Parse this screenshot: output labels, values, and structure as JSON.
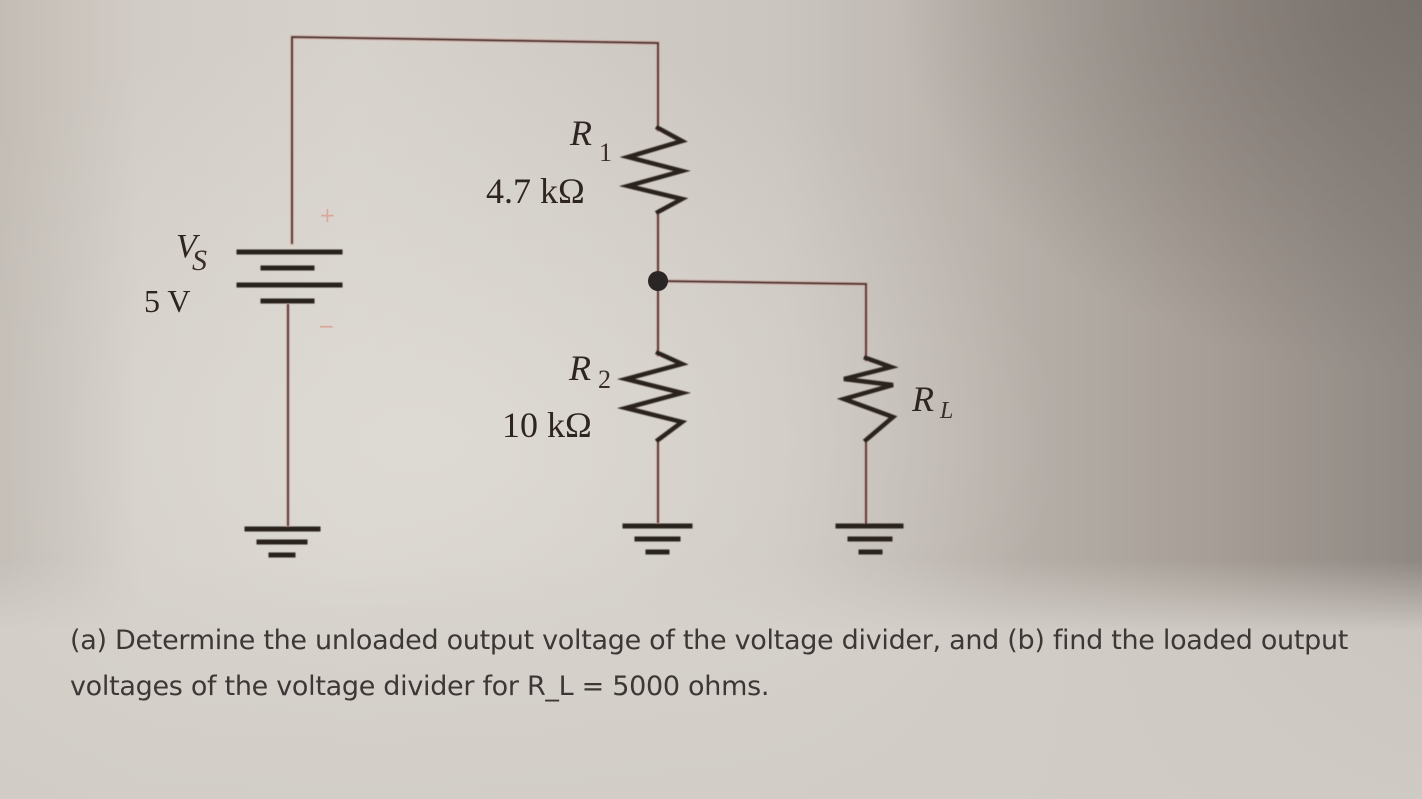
{
  "circuit": {
    "source": {
      "symbol": "V",
      "subscript": "S",
      "value": "5 V",
      "plus_sign": "+",
      "minus_sign": "−"
    },
    "r1": {
      "symbol": "R",
      "subscript": "1",
      "value": "4.7 kΩ"
    },
    "r2": {
      "symbol": "R",
      "subscript": "2",
      "value": "10 kΩ"
    },
    "rl": {
      "symbol": "R",
      "subscript": "L"
    },
    "colors": {
      "wire": "#4a3330",
      "wire_glow": "#d8a79c",
      "component": "#2b201f",
      "node_dot": "#2a2626"
    }
  },
  "question": {
    "text": "(a) Determine the unloaded output voltage of the voltage divider, and (b) find the loaded output voltages of the voltage divider for R_L = 5000 ohms."
  }
}
